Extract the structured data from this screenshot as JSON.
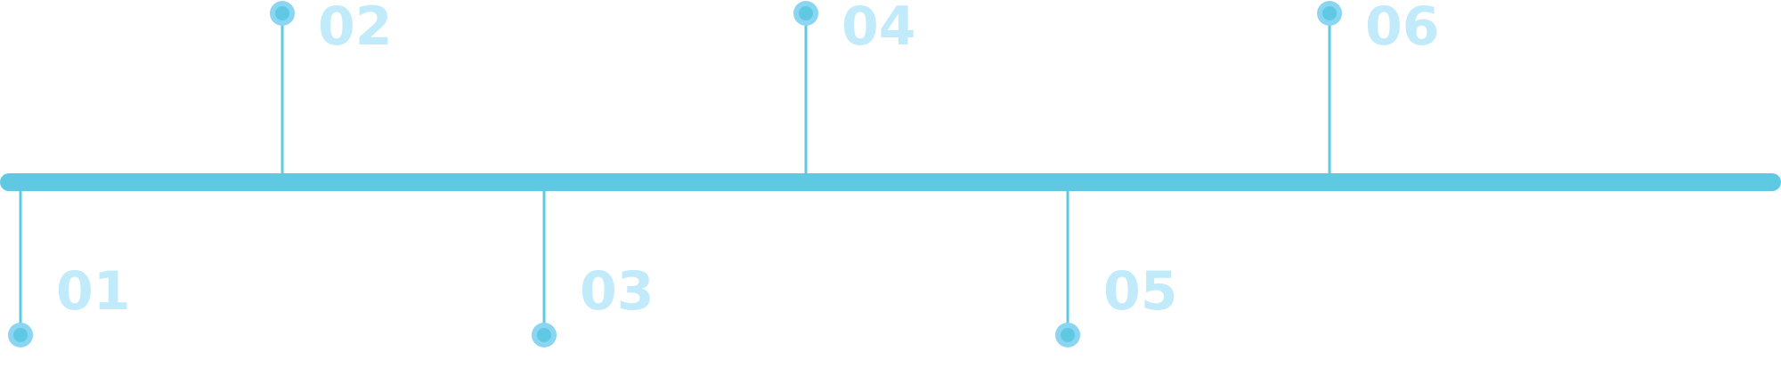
{
  "colors": {
    "axis": "#5fc9e3",
    "connector": "#5fc9e3",
    "node_outer": "#8ad6f2",
    "node_inner": "#5fc9e3",
    "label": "#c1ebfa"
  },
  "steps": [
    {
      "label": "01",
      "side": "below"
    },
    {
      "label": "02",
      "side": "above"
    },
    {
      "label": "03",
      "side": "below"
    },
    {
      "label": "04",
      "side": "above"
    },
    {
      "label": "05",
      "side": "below"
    },
    {
      "label": "06",
      "side": "above"
    }
  ]
}
